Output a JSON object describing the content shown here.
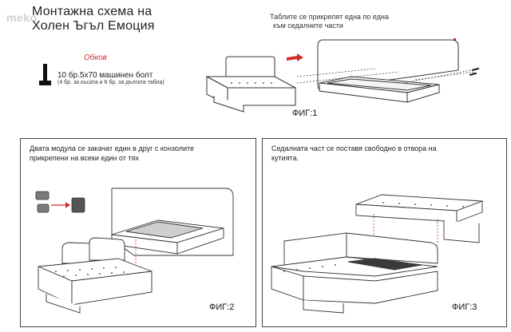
{
  "watermark": "meko",
  "header": {
    "title_line1": "Монтажна схема на",
    "title_line2": "Холен Ъгъл Емоция"
  },
  "hardware": {
    "heading": "Обков",
    "bolt_line": "10 бр.5х70 машинен болт",
    "bolt_note": "(4 бр. за късата и 6 бр. за дългата табла)"
  },
  "fig1": {
    "caption_line1": "Таблите се прикрепят една по една",
    "caption_line2": "към седалните части",
    "label": "ФИГ:1"
  },
  "fig2": {
    "caption_line1": "Двата модула се закачат един в друг с конзолите",
    "caption_line2": "прикрепени на всеки един от тях",
    "label": "ФИГ:2"
  },
  "fig3": {
    "caption_line1": "Седалната част се поставя свободно в отвора на",
    "caption_line2": "кутията.",
    "label": "ФИГ:3"
  },
  "colors": {
    "accent_red": "#d42a2a",
    "line": "#333333",
    "shade": "#cfcfcf"
  }
}
